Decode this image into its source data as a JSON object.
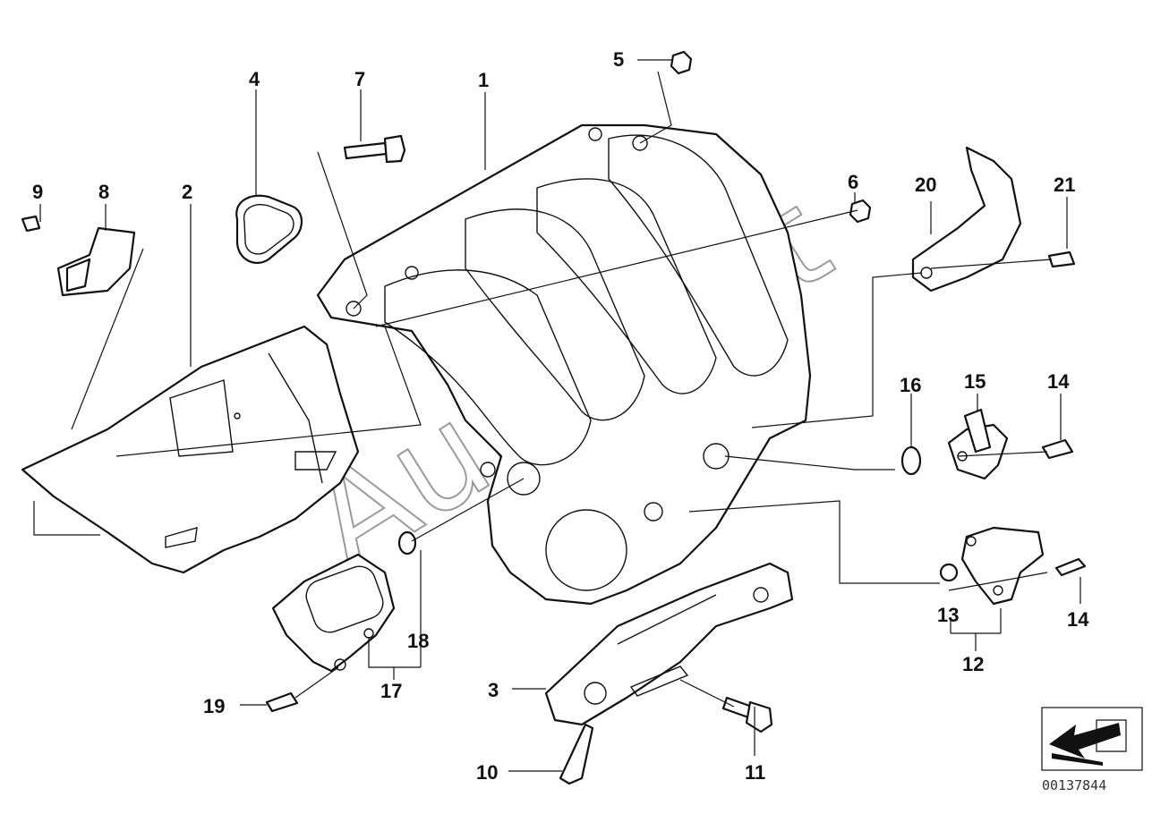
{
  "watermark": "AutoSoft",
  "document_number": "00137844",
  "callouts": [
    "1",
    "2",
    "3",
    "4",
    "5",
    "6",
    "7",
    "8",
    "9",
    "10",
    "11",
    "12",
    "13",
    "14",
    "14",
    "15",
    "16",
    "17",
    "18",
    "19",
    "20",
    "21"
  ],
  "icons": {
    "navigation": "arrow-icon"
  }
}
